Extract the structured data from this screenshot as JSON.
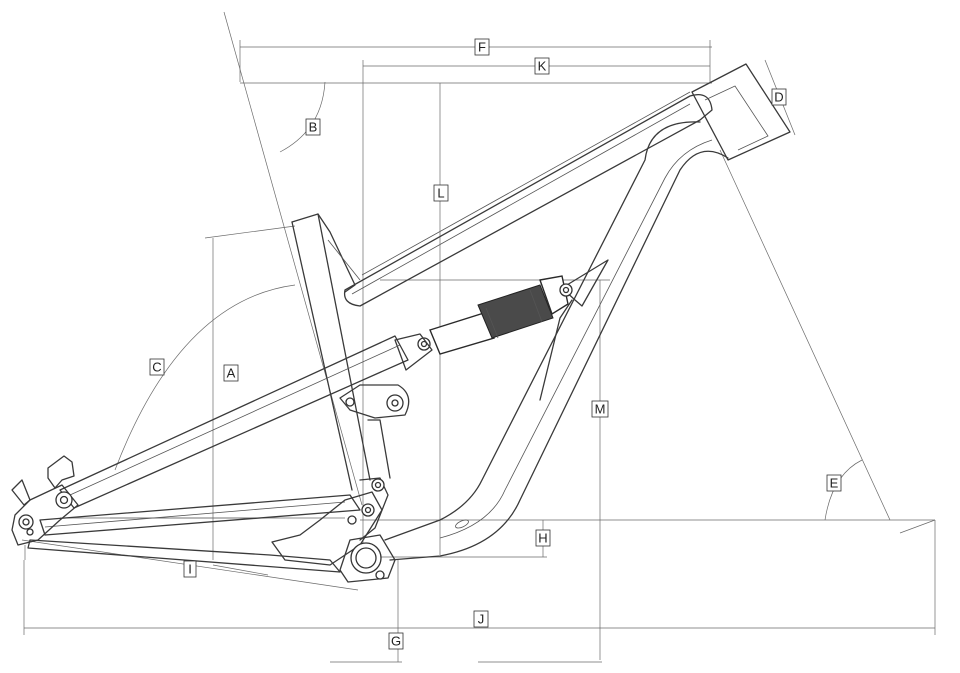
{
  "diagram": {
    "labels": {
      "A": "A",
      "B": "B",
      "C": "C",
      "D": "D",
      "E": "E",
      "F": "F",
      "G": "G",
      "H": "H",
      "I": "I",
      "J": "J",
      "K": "K",
      "L": "L",
      "M": "M"
    },
    "colors": {
      "line": "#3a3a3a",
      "dimension": "#6a6a6a",
      "shock_body": "#4a4a4a",
      "background": "#ffffff"
    }
  }
}
